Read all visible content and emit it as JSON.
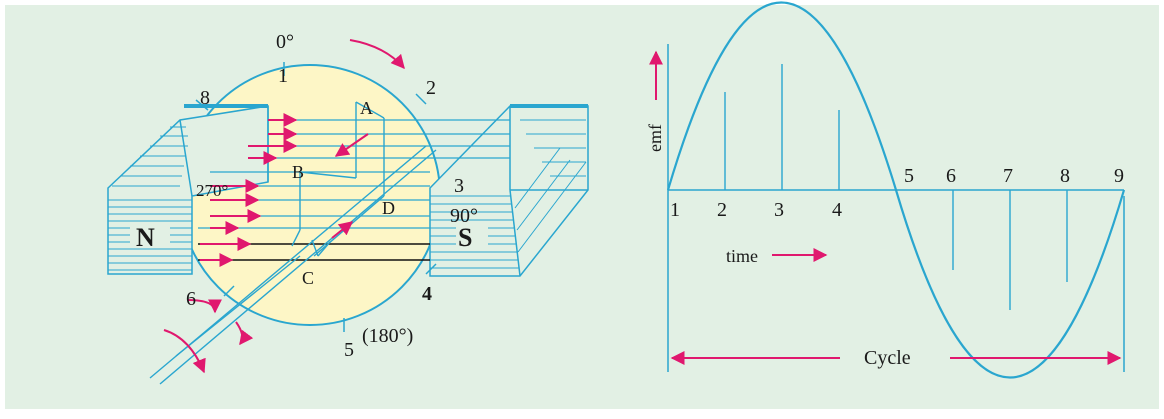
{
  "colors": {
    "background": "#e2f0e4",
    "line": "#2aa6cf",
    "arrow": "#e0186e",
    "circle_fill": "#fdf6c6",
    "text": "#1a1a1a"
  },
  "generator": {
    "angle_top": "0°",
    "angle_left": "270°",
    "angle_right": "90°",
    "angle_bottom": "(180°)",
    "pos_1": "1",
    "pos_2": "2",
    "pos_3": "3",
    "pos_4": "4",
    "pos_5": "5",
    "pos_6": "6",
    "pos_8": "8",
    "coil_a": "A",
    "coil_b": "B",
    "coil_c": "C",
    "coil_d": "D",
    "pole_n": "N",
    "pole_s": "S"
  },
  "waveform": {
    "ylabel": "emf",
    "time_label": "time",
    "cycle_label": "Cycle",
    "points": [
      "1",
      "2",
      "3",
      "4",
      "5",
      "6",
      "7",
      "8",
      "9"
    ]
  }
}
